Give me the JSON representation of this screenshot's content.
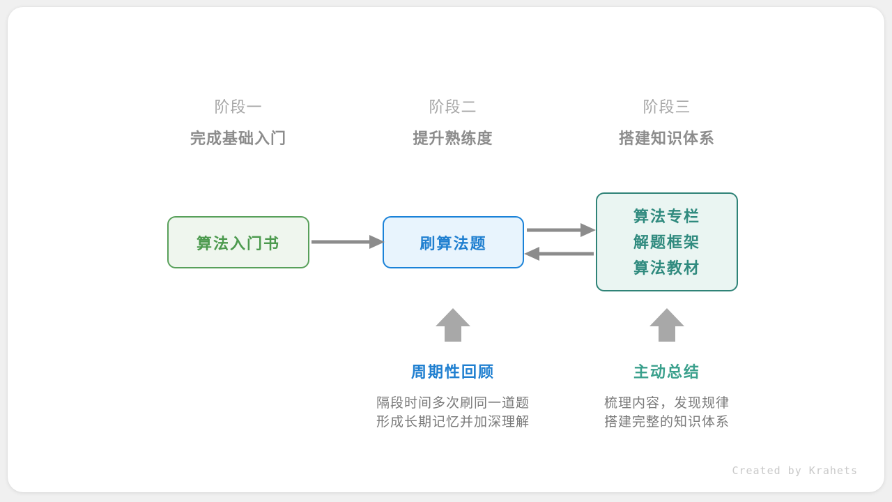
{
  "diagram": {
    "stages": [
      {
        "label": "阶段一",
        "title": "完成基础入门"
      },
      {
        "label": "阶段二",
        "title": "提升熟练度"
      },
      {
        "label": "阶段三",
        "title": "搭建知识体系"
      }
    ],
    "nodes": [
      {
        "id": "book",
        "text": "算法入门书",
        "color": "#4c9a4e",
        "border": "#58a05a",
        "fill": "#eff6ee"
      },
      {
        "id": "practice",
        "text": "刷算法题",
        "color": "#1f7fd0",
        "border": "#1a82d8",
        "fill": "#e8f4fd"
      },
      {
        "id": "resources",
        "lines": [
          "算法专栏",
          "解题框架",
          "算法教材"
        ],
        "color": "#2f8a7e",
        "border": "#2f8377",
        "fill": "#eaf5f2"
      }
    ],
    "connectors": [
      {
        "name": "book-to-practice",
        "direction": "right"
      },
      {
        "name": "practice-to-resources",
        "direction": "right"
      },
      {
        "name": "resources-to-practice",
        "direction": "left"
      },
      {
        "name": "review-up",
        "direction": "up"
      },
      {
        "name": "summary-up",
        "direction": "up"
      }
    ],
    "notes": [
      {
        "title": "周期性回顾",
        "color": "#1f7fd0",
        "body_lines": [
          "隔段时间多次刷同一道题",
          "形成长期记忆并加深理解"
        ]
      },
      {
        "title": "主动总结",
        "color": "#3aa08c",
        "body_lines": [
          "梳理内容，发现规律",
          "搭建完整的知识体系"
        ]
      }
    ],
    "arrow_color": "#8c8c8c",
    "footer": "Created by Krahets"
  }
}
